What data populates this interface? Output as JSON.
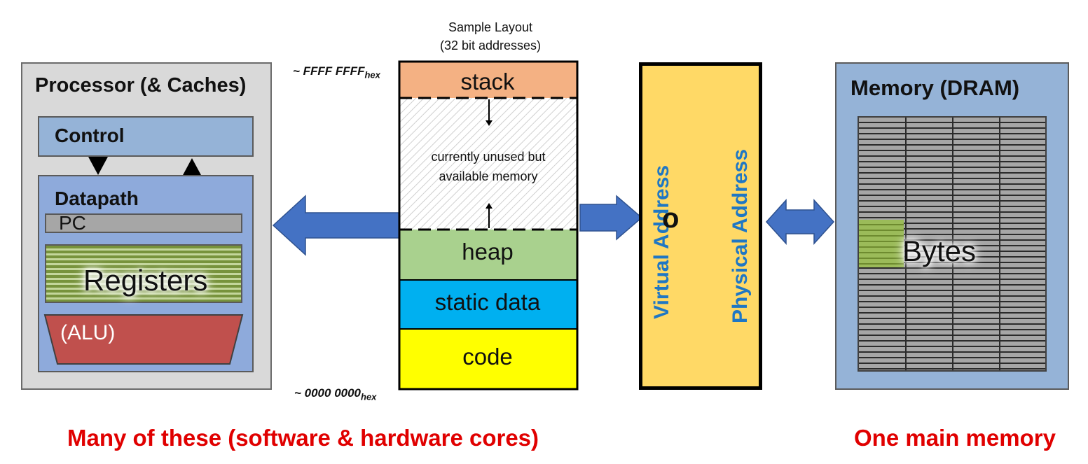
{
  "processor": {
    "title": "Processor (& Caches)",
    "control_label": "Control",
    "datapath_label": "Datapath",
    "pc_label": "PC",
    "registers_label": "Registers",
    "alu_label": "(ALU)"
  },
  "layout": {
    "title_line1": "Sample Layout",
    "title_line2": "(32 bit addresses)",
    "top_address": "~ FFFF FFFF",
    "bottom_address": "~ 0000 0000",
    "address_suffix": "hex",
    "unused_line1": "currently unused but",
    "unused_line2": "available memory",
    "segments": {
      "stack": "stack",
      "heap": "heap",
      "static_data": "static data",
      "code": "code"
    }
  },
  "translator": {
    "virtual": "Virtual Address",
    "physical": "Physical Address",
    "overlay": "o"
  },
  "memory": {
    "title": "Memory (DRAM)",
    "bytes_label": "Bytes"
  },
  "captions": {
    "left": "Many of these (software & hardware cores)",
    "right": "One main memory"
  },
  "colors": {
    "stack": "#f4b183",
    "heap": "#a9d18e",
    "static_data": "#00b0f0",
    "code": "#ffff00",
    "translator": "#ffd966",
    "arrow": "#4472c4",
    "caption": "#e00000",
    "address_text": "#1f77c4"
  }
}
